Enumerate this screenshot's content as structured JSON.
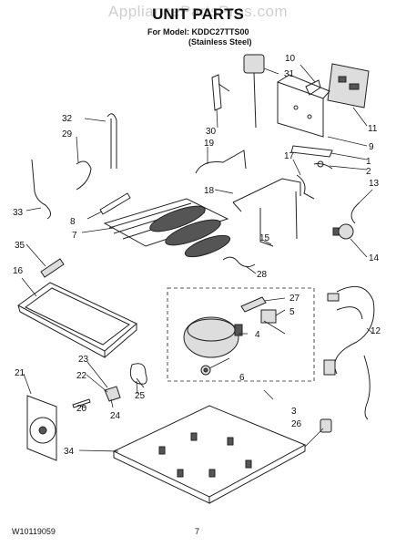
{
  "watermark": "AppliancePartsPros.com",
  "header": {
    "title": "UNIT PARTS",
    "model": "For Model: KDDC27TTS00",
    "variant": "(Stainless Steel)"
  },
  "footer": {
    "doc_number": "W10119059",
    "page_number": "7"
  },
  "callouts": [
    "1",
    "2",
    "3",
    "4",
    "5",
    "6",
    "7",
    "8",
    "9",
    "10",
    "11",
    "12",
    "13",
    "14",
    "15",
    "16",
    "17",
    "18",
    "19",
    "20",
    "21",
    "22",
    "23",
    "24",
    "25",
    "26",
    "27",
    "28",
    "29",
    "30",
    "31",
    "32",
    "33",
    "34",
    "35"
  ]
}
